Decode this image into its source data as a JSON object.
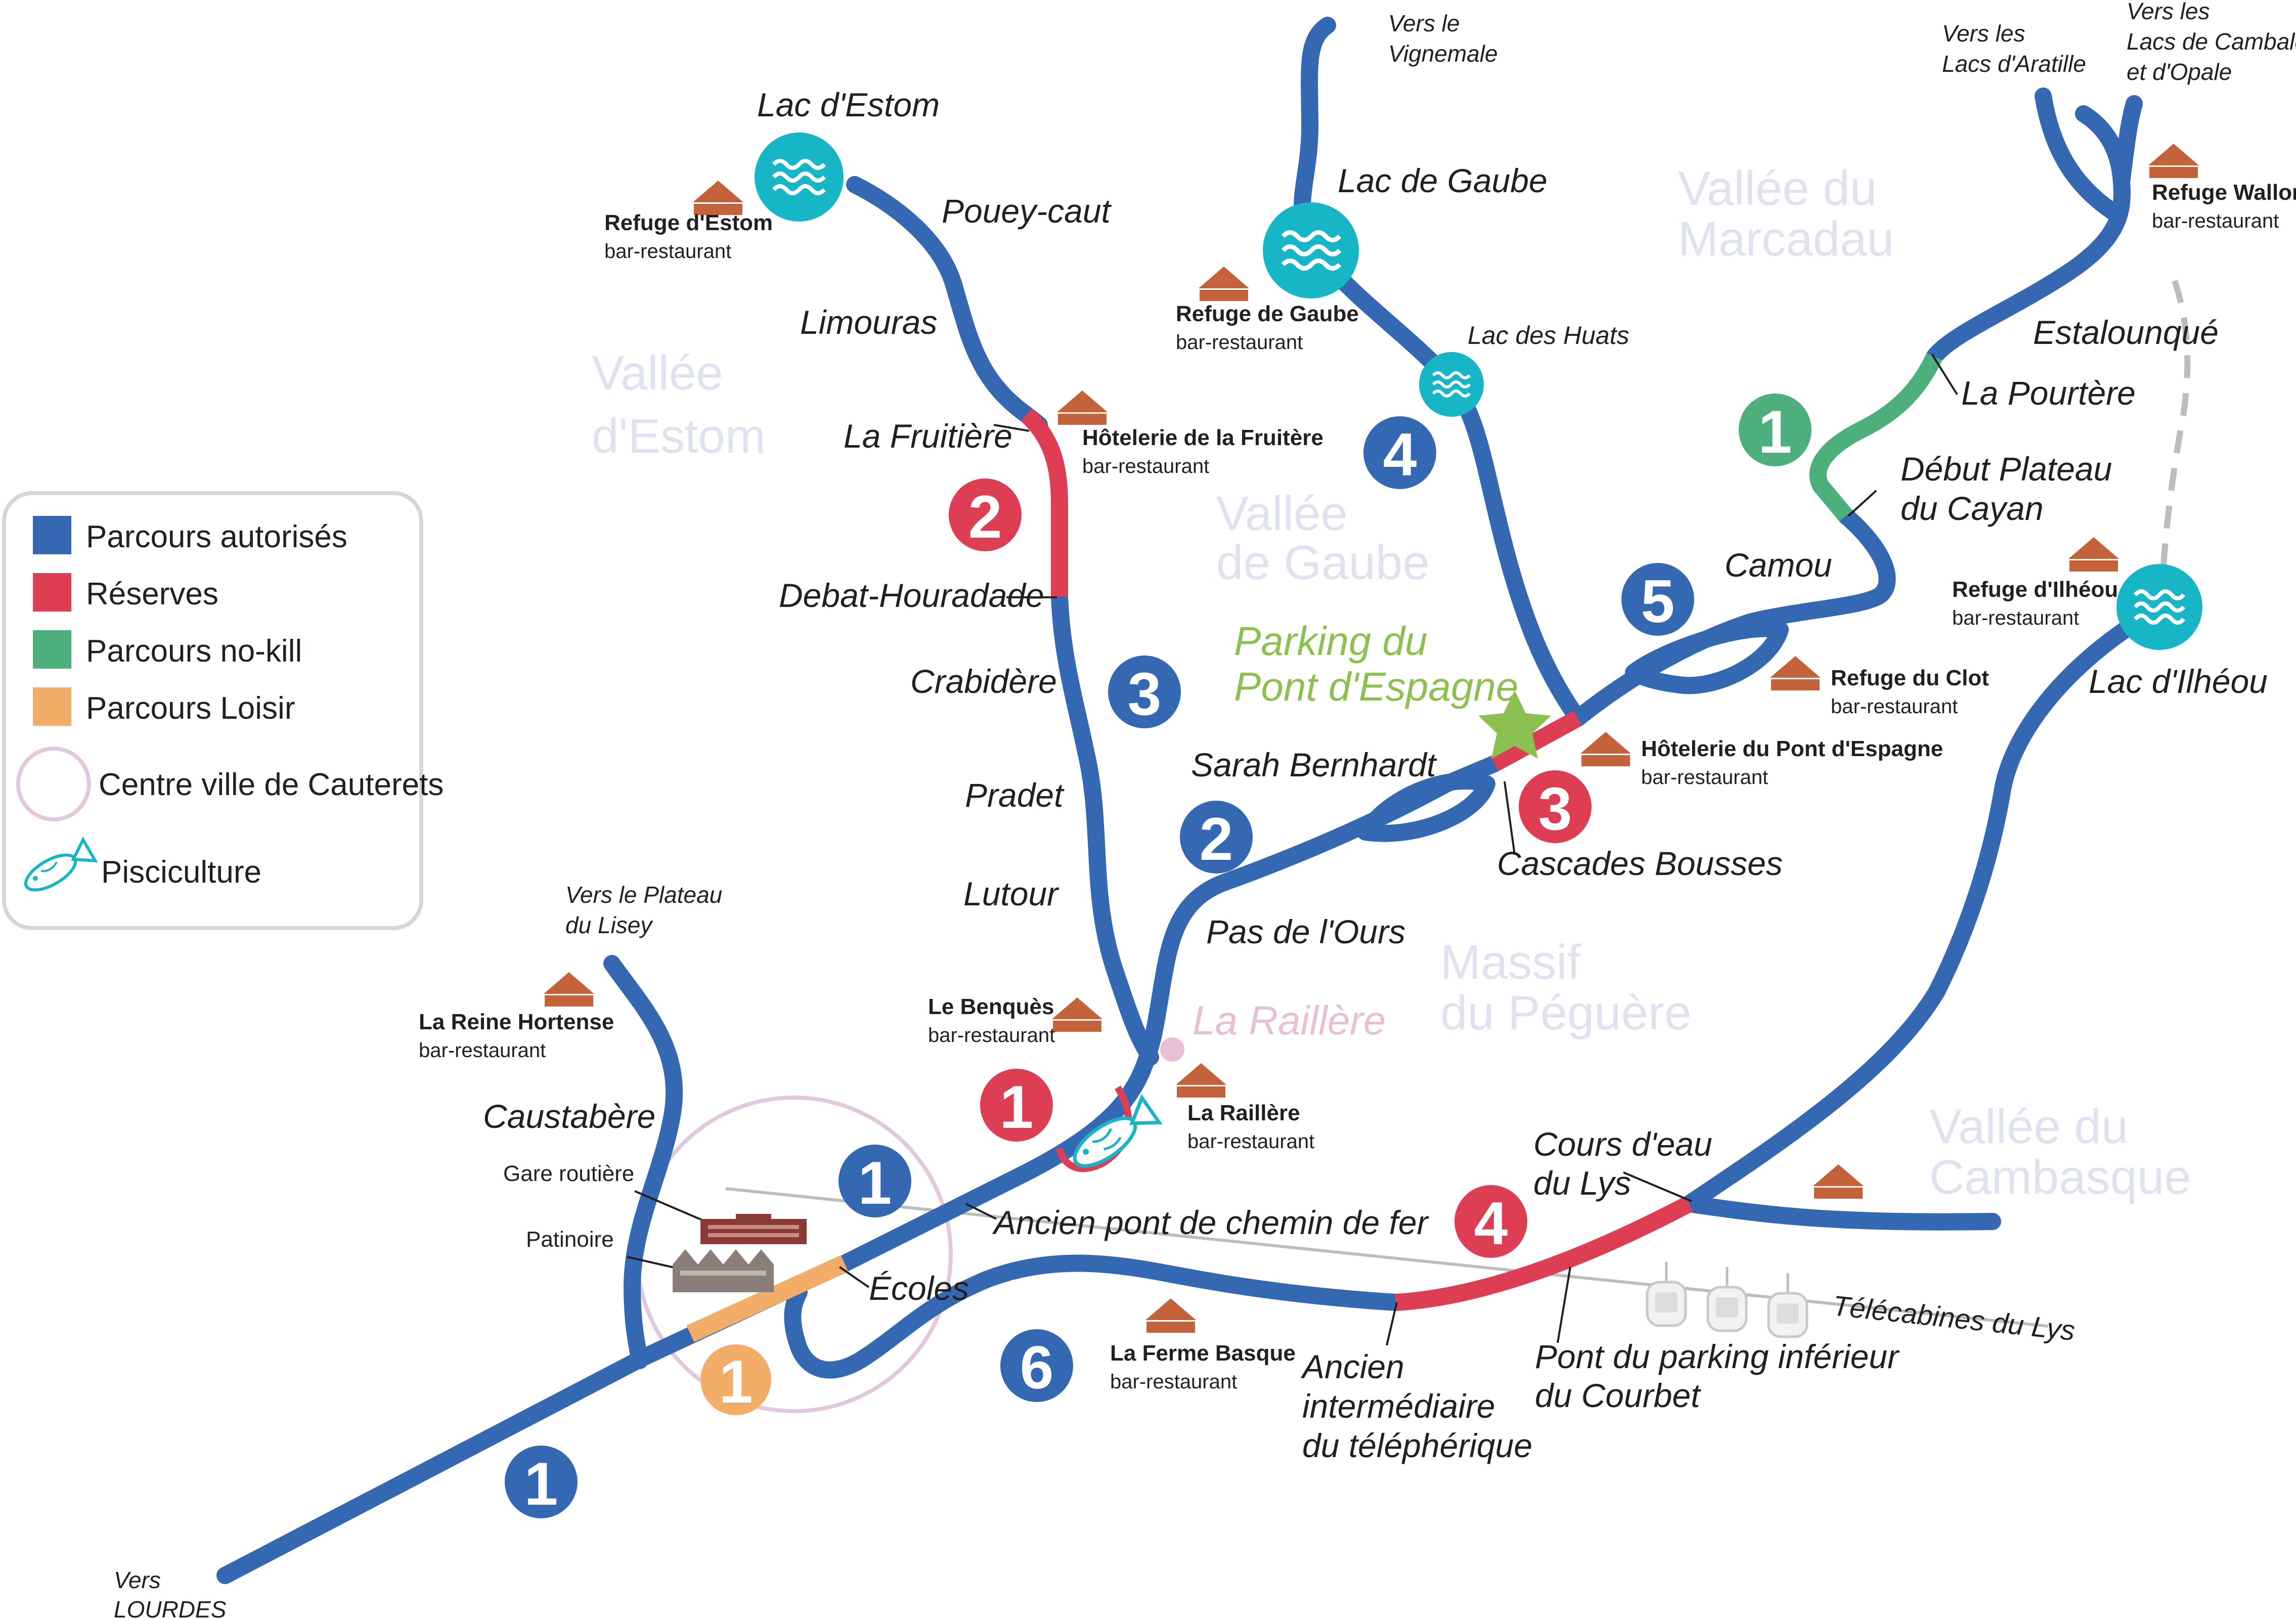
{
  "colors": {
    "autorise": "#3568b2",
    "reserve": "#dd3e54",
    "nokill": "#4daf7c",
    "loisir": "#f2ae68",
    "lac": "#16b6c6",
    "refuge": "#c4623b",
    "centre": "#e3c7dd",
    "parking": "#8cc152",
    "valley": "#dfe2ef"
  },
  "legend": {
    "items": [
      {
        "label": "Parcours autorisés",
        "color": "#3568b2",
        "icon": "square-swatch"
      },
      {
        "label": "Réserves",
        "color": "#dd3e54",
        "icon": "square-swatch"
      },
      {
        "label": "Parcours no-kill",
        "color": "#4daf7c",
        "icon": "square-swatch"
      },
      {
        "label": "Parcours Loisir",
        "color": "#f2ae68",
        "icon": "square-swatch"
      },
      {
        "label": "Centre ville de Cauterets",
        "color": "#e3c7dd",
        "icon": "circle-outline"
      },
      {
        "label": "Pisciculture",
        "color": "#16b6c6",
        "icon": "fish-icon"
      }
    ]
  },
  "valleys": [
    {
      "line1": "Vallée",
      "line2": "d'Estom"
    },
    {
      "line1": "Vallée",
      "line2": "de Gaube"
    },
    {
      "line1": "Vallée du",
      "line2": "Marcadau"
    },
    {
      "line1": "Massif",
      "line2": "du Péguère"
    },
    {
      "line1": "Vallée du",
      "line2": "Cambasque"
    }
  ],
  "directions": [
    {
      "line1": "Vers le",
      "line2": "Vignemale"
    },
    {
      "line1": "Vers les",
      "line2": "Lacs d'Aratille"
    },
    {
      "line1": "Vers les",
      "line2": "Lacs de Cambalès",
      "line3": "et d'Opale"
    },
    {
      "line1": "Vers le Plateau",
      "line2": "du Lisey"
    },
    {
      "line1": "Vers",
      "line2": "LOURDES"
    }
  ],
  "lakes": [
    "Lac d'Estom",
    "Lac de Gaube",
    "Lac des Huats",
    "Lac d'Ilhéou"
  ],
  "places": {
    "pouey_caut": "Pouey-caut",
    "limouras": "Limouras",
    "la_fruitiere": "La Fruitière",
    "debat_houradade": "Debat-Houradade",
    "crabidere": "Crabidère",
    "pradet": "Pradet",
    "lutour": "Lutour",
    "sarah_bernhardt": "Sarah Bernhardt",
    "pas_de_lours": "Pas de l'Ours",
    "cascades_bousses": "Cascades Bousses",
    "camou": "Camou",
    "estalounque": "Estalounqué",
    "la_pourtere": "La Pourtère",
    "debut_plateau_1": "Début Plateau",
    "debut_plateau_2": "du Cayan",
    "caustabere": "Caustabère",
    "ecoles": "Écoles",
    "ancien_pont": "Ancien pont de chemin de fer",
    "cours_lys_1": "Cours d'eau",
    "cours_lys_2": "du Lys",
    "telecabines": "Télécabines du Lys",
    "pont_parking_1": "Pont du parking inférieur",
    "pont_parking_2": "du Courbet",
    "ancien_inter_1": "Ancien",
    "ancien_inter_2": "intermédiaire",
    "ancien_inter_3": "du téléphérique",
    "gare_routiere": "Gare routière",
    "patinoire": "Patinoire",
    "parking_1": "Parking du",
    "parking_2": "Pont d'Espagne",
    "la_raillere": "La Raillère"
  },
  "refuges": [
    {
      "name": "Refuge d'Estom",
      "sub": "bar-restaurant"
    },
    {
      "name": "Refuge de Gaube",
      "sub": "bar-restaurant"
    },
    {
      "name": "Hôtelerie de la Fruitère",
      "sub": "bar-restaurant"
    },
    {
      "name": "Refuge Wallon",
      "sub": "bar-restaurant"
    },
    {
      "name": "Refuge d'Ilhéou",
      "sub": "bar-restaurant"
    },
    {
      "name": "Refuge du Clot",
      "sub": "bar-restaurant"
    },
    {
      "name": "Hôtelerie du Pont d'Espagne",
      "sub": "bar-restaurant"
    },
    {
      "name": "La Reine Hortense",
      "sub": "bar-restaurant"
    },
    {
      "name": "Le Benquès",
      "sub": "bar-restaurant"
    },
    {
      "name": "La Raillère",
      "sub": "bar-restaurant"
    },
    {
      "name": "La Ferme Basque",
      "sub": "bar-restaurant"
    }
  ],
  "badges": [
    {
      "num": "1",
      "kind": "autorise"
    },
    {
      "num": "1",
      "kind": "autorise"
    },
    {
      "num": "1",
      "kind": "loisir"
    },
    {
      "num": "1",
      "kind": "reserve"
    },
    {
      "num": "2",
      "kind": "autorise"
    },
    {
      "num": "2",
      "kind": "reserve"
    },
    {
      "num": "3",
      "kind": "autorise"
    },
    {
      "num": "3",
      "kind": "reserve"
    },
    {
      "num": "4",
      "kind": "autorise"
    },
    {
      "num": "4",
      "kind": "reserve"
    },
    {
      "num": "5",
      "kind": "autorise"
    },
    {
      "num": "6",
      "kind": "autorise"
    },
    {
      "num": "1",
      "kind": "nokill"
    }
  ]
}
